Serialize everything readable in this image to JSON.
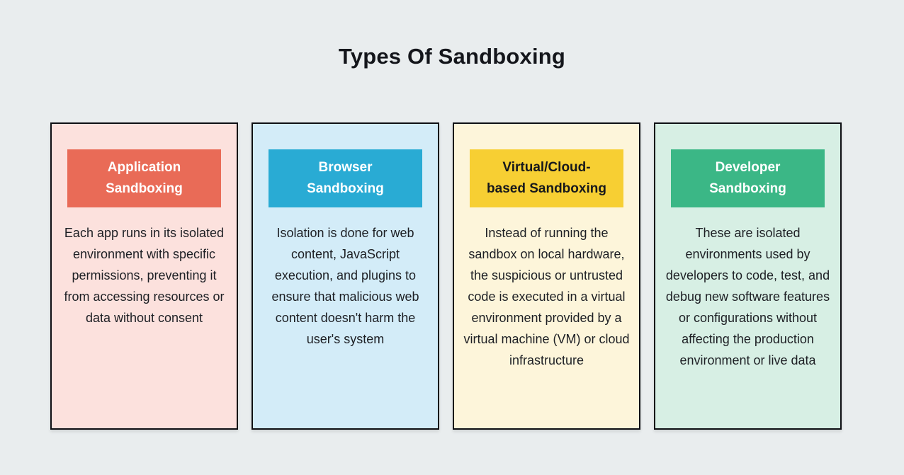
{
  "page": {
    "title": "Types Of Sandboxing",
    "background": "#e9edee",
    "border_color": "#0e0f13",
    "title_color": "#14161b"
  },
  "cards": [
    {
      "id": "application-sandboxing",
      "title_line1": "Application",
      "title_line2": "Sandboxing",
      "body": "Each app runs in its isolated environment with specific permissions, preventing it from accessing resources or data without consent",
      "colors": {
        "card_bg": "#fce1dd",
        "header_bg": "#e96b57",
        "header_text": "#ffffff"
      }
    },
    {
      "id": "browser-sandboxing",
      "title_line1": "Browser",
      "title_line2": "Sandboxing",
      "body": "Isolation is done for web content, JavaScript execution, and plugins to ensure that malicious web content doesn't harm the user's system",
      "colors": {
        "card_bg": "#d3ecf8",
        "header_bg": "#29abd4",
        "header_text": "#ffffff"
      }
    },
    {
      "id": "virtual-cloud-based-sandboxing",
      "title_line1": "Virtual/Cloud-",
      "title_line2": "based Sandboxing",
      "body": "Instead of running the sandbox on local hardware, the suspicious or untrusted code is executed in a virtual environment provided by a virtual machine (VM) or cloud infrastructure",
      "colors": {
        "card_bg": "#fdf5da",
        "header_bg": "#f7cf33",
        "header_text": "#17181c"
      }
    },
    {
      "id": "developer-sandboxing",
      "title_line1": "Developer",
      "title_line2": "Sandboxing",
      "body": "These are isolated environments used by developers to code, test, and debug new software features or configurations without affecting the production environment or live data",
      "colors": {
        "card_bg": "#d7efe4",
        "header_bg": "#3bb786",
        "header_text": "#ffffff"
      }
    }
  ]
}
